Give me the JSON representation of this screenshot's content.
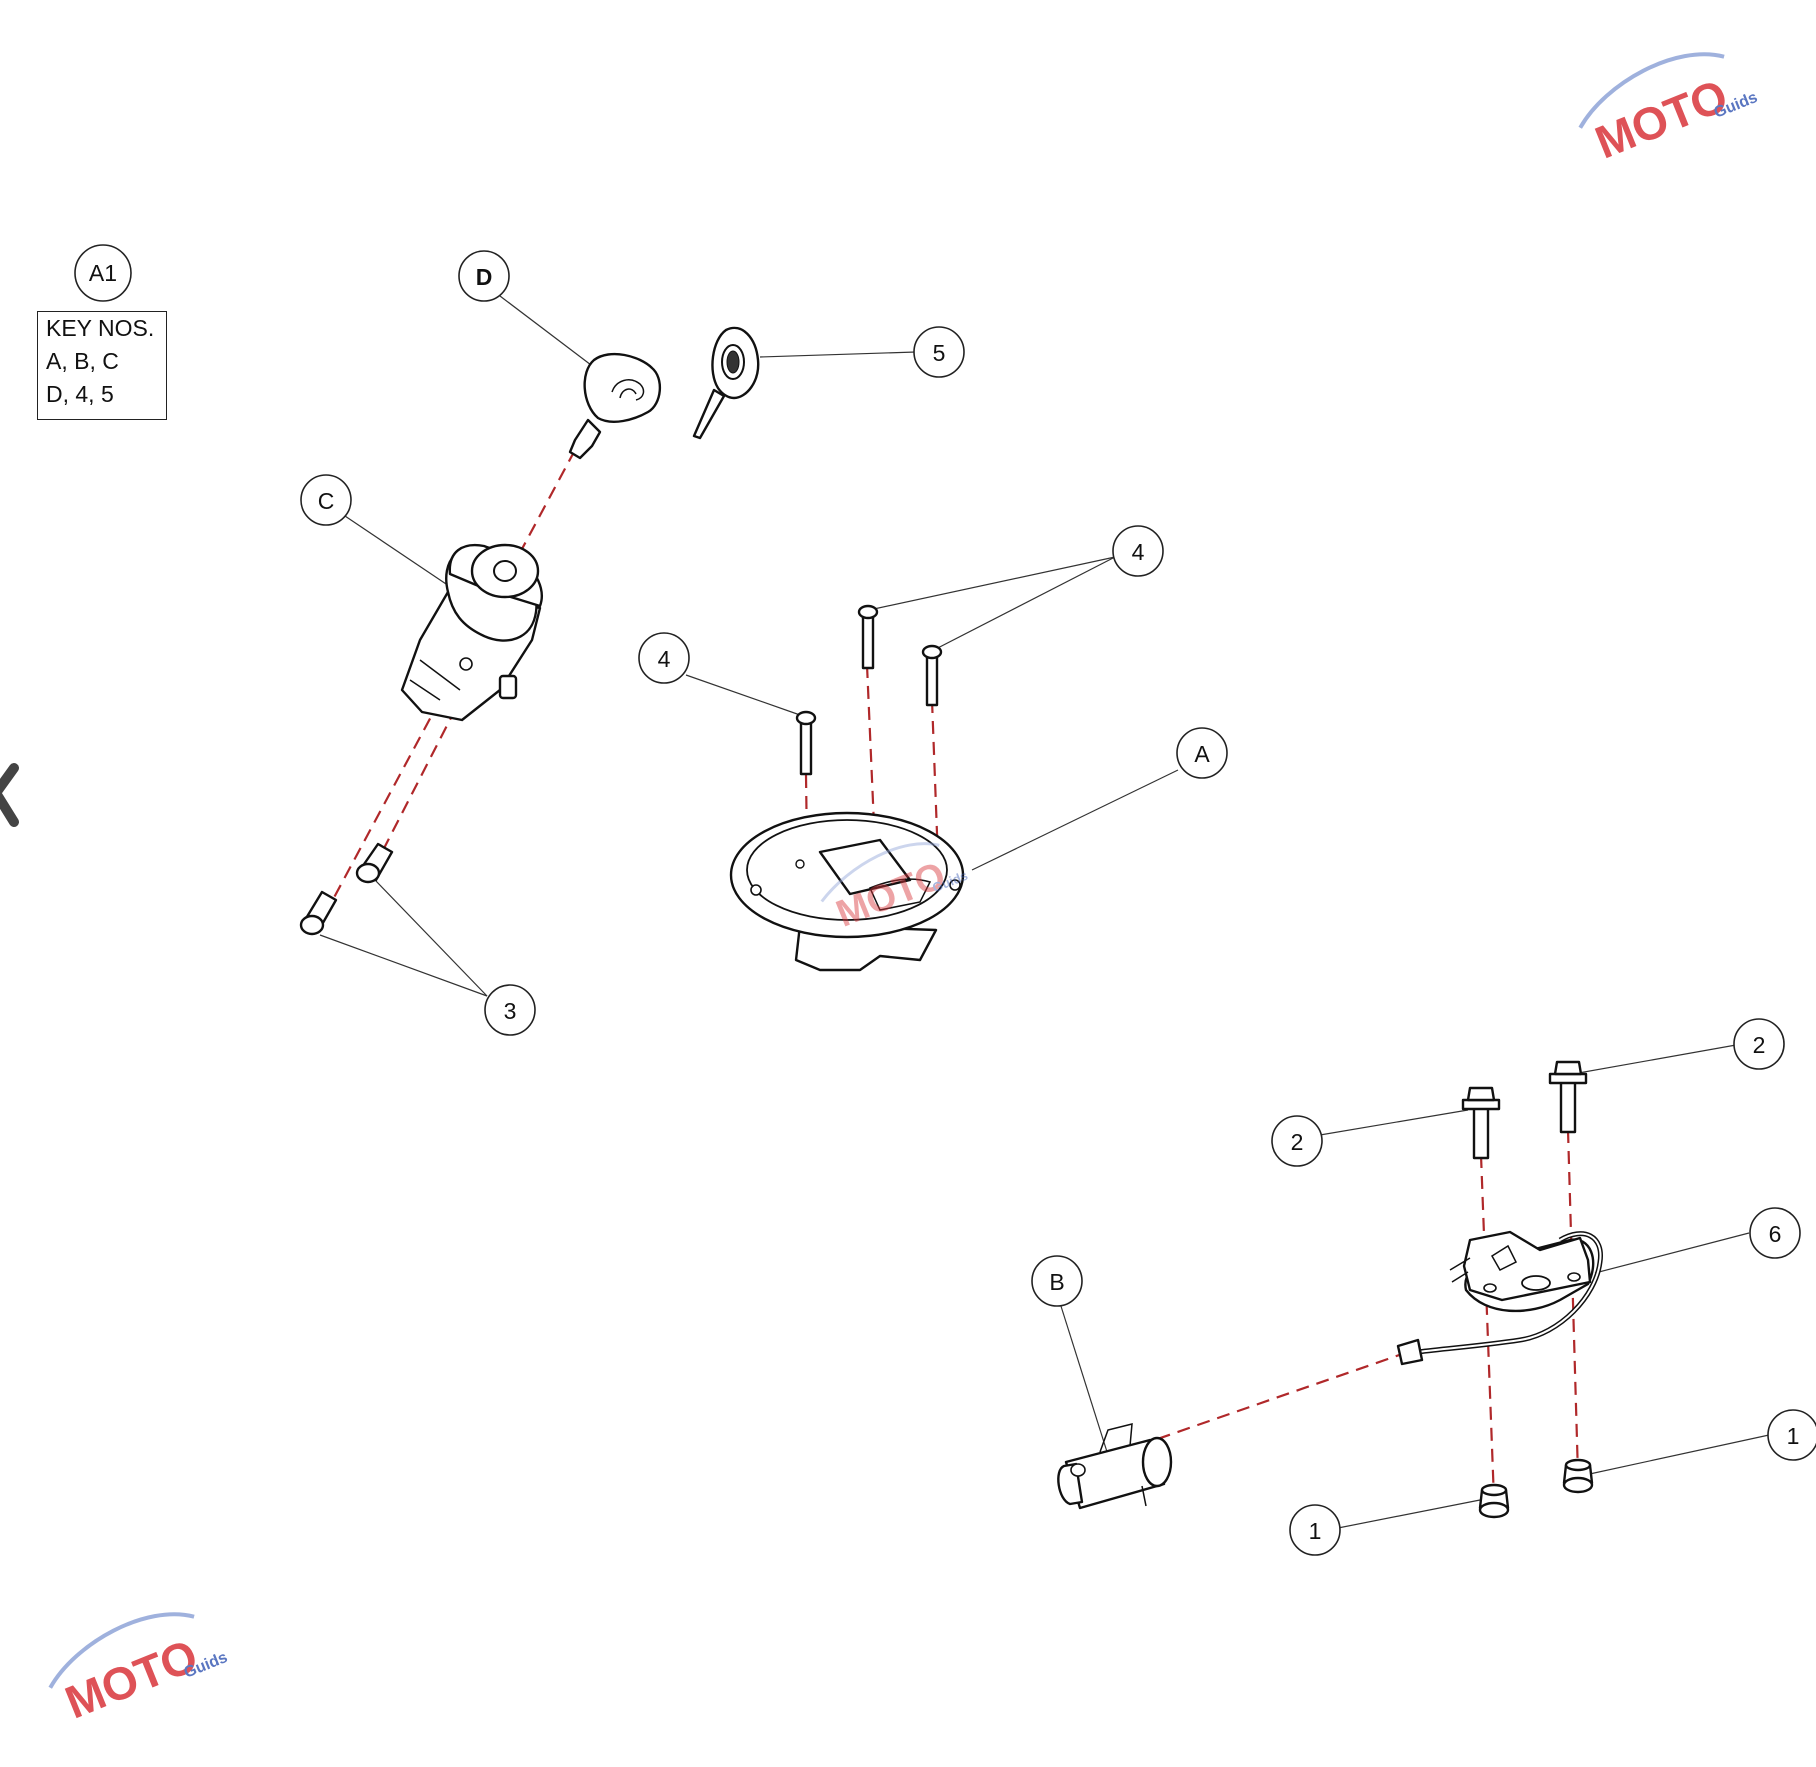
{
  "legend": {
    "title": "KEY NOS.",
    "lines": [
      "A, B, C",
      "D, 4, 5"
    ]
  },
  "callouts": {
    "a1": "A1",
    "d": "D",
    "five": "5",
    "c": "C",
    "four_upper": "4",
    "four_left": "4",
    "a": "A",
    "three": "3",
    "two_left": "2",
    "two_right": "2",
    "six": "6",
    "b": "B",
    "one_right": "1",
    "one_left": "1"
  },
  "watermark": {
    "brand": "MOTO",
    "sub": "Guids"
  },
  "colors": {
    "dash": "#b0282a",
    "watermark_red": "#d9343a",
    "watermark_blue": "#3e5fb7",
    "line": "#111111"
  },
  "nav": {
    "prev_icon": "chevron-left-icon"
  }
}
